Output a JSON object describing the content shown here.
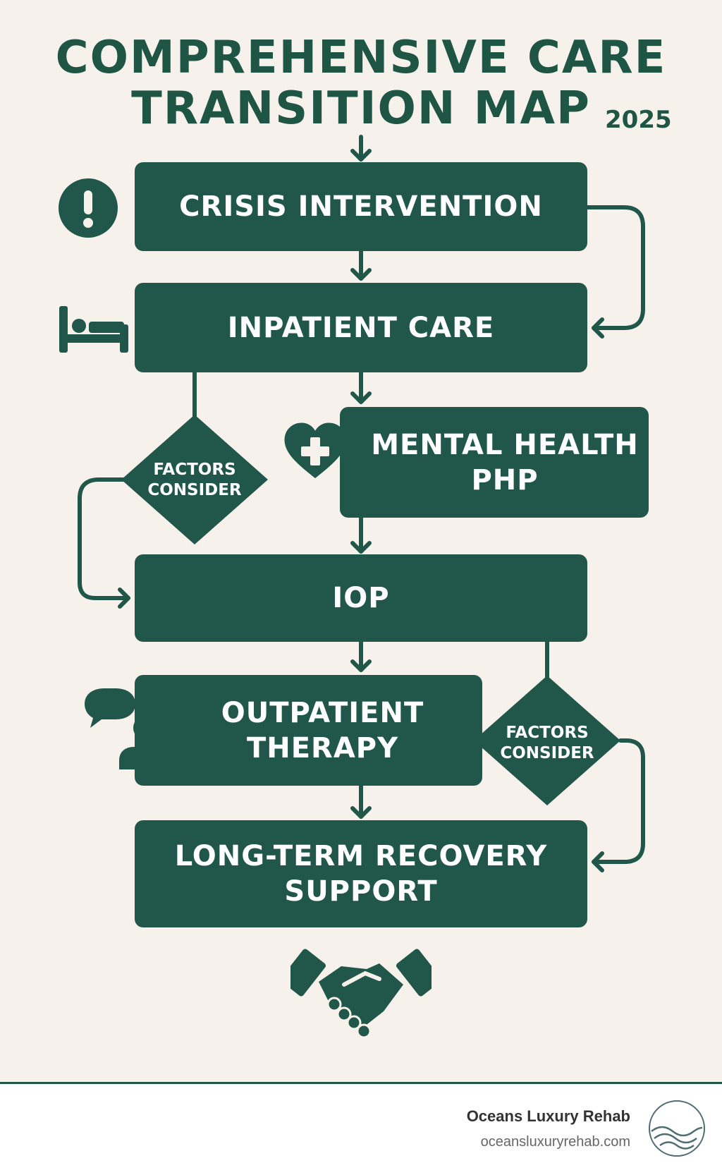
{
  "header": {
    "title_line1": "COMPREHENSIVE CARE",
    "title_line2": "TRANSITION MAP",
    "year": "2025"
  },
  "nodes": {
    "crisis": "CRISIS INTERVENTION",
    "inpatient": "INPATIENT CARE",
    "php_line1": "MENTAL HEALTH",
    "php_line2": "PHP",
    "iop": "IOP",
    "outpatient_line1": "OUTPATIENT",
    "outpatient_line2": "THERAPY",
    "longterm_line1": "LONG-TERM RECOVERY",
    "longterm_line2": "SUPPORT"
  },
  "decisions": {
    "left_line1": "FACTORS",
    "left_line2": "CONSIDER",
    "right_line1": "FACTORS",
    "right_line2": "CONSIDER"
  },
  "icons": [
    "alert-icon",
    "bed-icon",
    "heart-plus-icon",
    "chat-person-icon",
    "handshake-icon",
    "wave-logo-icon"
  ],
  "colors": {
    "primary": "#21574a",
    "background": "#f6f2eb"
  },
  "footer": {
    "brand": "Oceans Luxury Rehab",
    "url": "oceansluxuryrehab.com"
  }
}
